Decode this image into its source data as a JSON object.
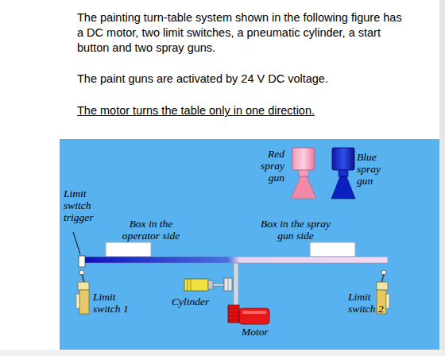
{
  "diagram": {
    "labels": [
      "The painting turn-table system shown in the following figure has a DC motor, two limit switches, a pneumatic cylinder, a start button and two spray guns.",
      "The paint guns are activated by 24 V DC voltage.",
      "The motor turns the table only in one direction.",
      "Limit switch trigger",
      "Box in the operator side",
      "Red spray gun",
      "Blue spray gun",
      "Box in the spray gun side",
      "Limit switch 1",
      "Cylinder",
      "Motor",
      "Limit switch 2"
    ]
  }
}
